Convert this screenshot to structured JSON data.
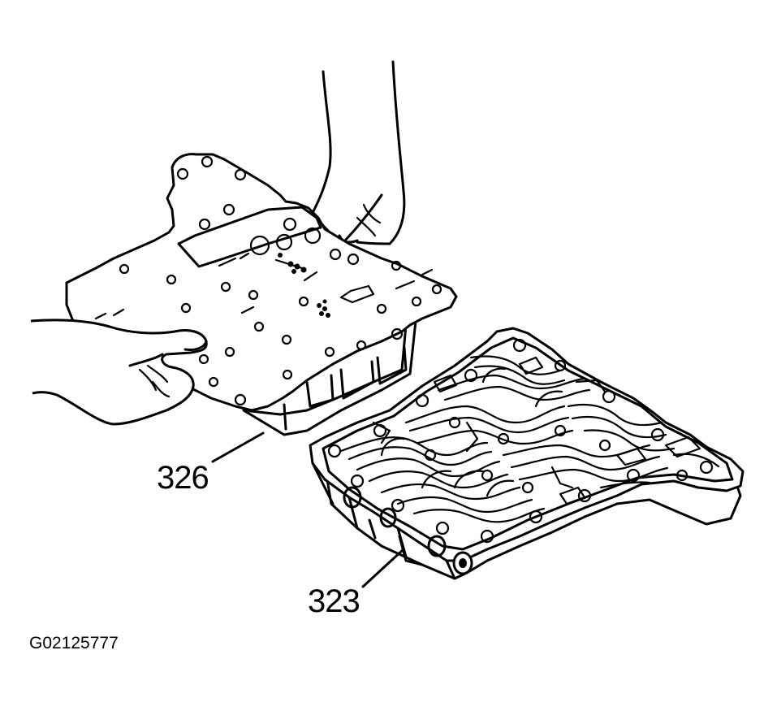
{
  "callouts": {
    "separator_plate": "326",
    "valve_body": "323"
  },
  "figure_id": "G02125777",
  "icons": {
    "plate": "separator-plate-drawing",
    "body": "valve-body-drawing",
    "hands": "hands-drawing"
  }
}
